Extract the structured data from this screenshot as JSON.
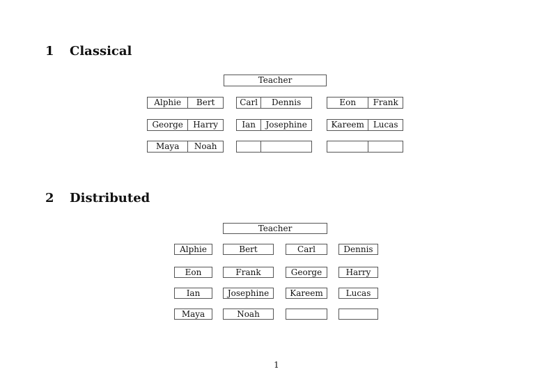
{
  "document": {
    "page_number": "1"
  },
  "sections": [
    {
      "number": "1",
      "title": "Classical",
      "teacher_label": "Teacher",
      "rows": [
        [
          [
            "Alphie",
            "Bert"
          ],
          [
            "Carl",
            "Dennis"
          ],
          [
            "Eon",
            "Frank"
          ]
        ],
        [
          [
            "George",
            "Harry"
          ],
          [
            "Ian",
            "Josephine"
          ],
          [
            "Kareem",
            "Lucas"
          ]
        ],
        [
          [
            "Maya",
            "Noah"
          ],
          [
            "",
            ""
          ],
          [
            "",
            ""
          ]
        ]
      ]
    },
    {
      "number": "2",
      "title": "Distributed",
      "teacher_label": "Teacher",
      "rows": [
        [
          "Alphie",
          "Bert",
          "Carl",
          "Dennis"
        ],
        [
          "Eon",
          "Frank",
          "George",
          "Harry"
        ],
        [
          "Ian",
          "Josephine",
          "Kareem",
          "Lucas"
        ],
        [
          "Maya",
          "Noah",
          "",
          ""
        ]
      ]
    }
  ]
}
